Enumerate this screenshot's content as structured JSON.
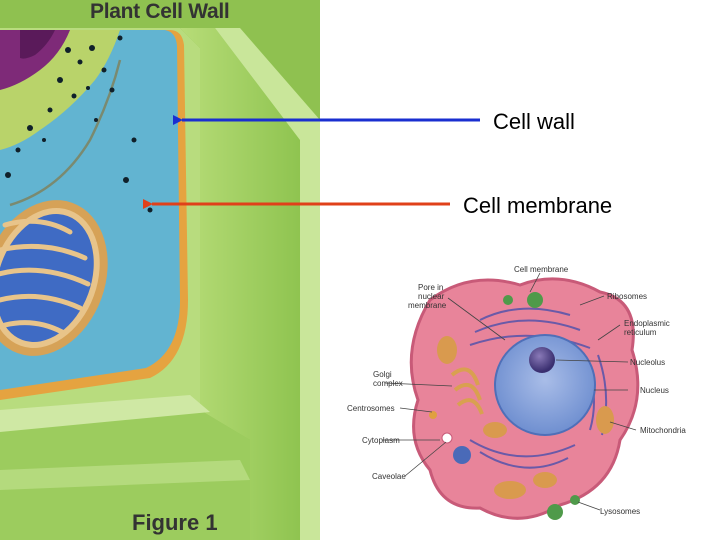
{
  "plant_cell": {
    "title": "Plant Cell Wall",
    "caption": "Figure 1"
  },
  "callouts": {
    "cell_wall": "Cell wall",
    "cell_membrane": "Cell membrane"
  },
  "animal_cell_labels": {
    "cell_membrane": "Cell membrane",
    "pore_line1": "Pore in",
    "pore_line2": "nuclear",
    "pore_line3": "membrane",
    "ribosomes": "Ribosomes",
    "er_line1": "Endoplasmic",
    "er_line2": "reticulum",
    "nucleolus": "Nucleolus",
    "nucleus": "Nucleus",
    "golgi_line1": "Golgi",
    "golgi_line2": "complex",
    "centrosomes": "Centrosomes",
    "mitochondria": "Mitochondria",
    "cytoplasm": "Cytoplasm",
    "caveolae": "Caveolae",
    "lysosomes": "Lysosomes"
  },
  "colors": {
    "cell_wall_arrow": "#1a2fd0",
    "cell_membrane_arrow": "#e0401a",
    "wall_green": "#a6d266",
    "cytoplasm_blue": "#5fb3cf",
    "animal_cell_pink": "#e8849a",
    "nucleus_blue": "#8aa5dc"
  }
}
